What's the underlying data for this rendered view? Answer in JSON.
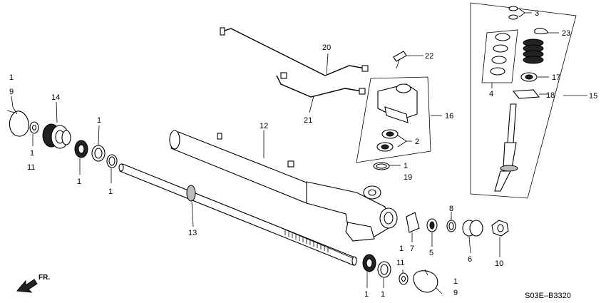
{
  "callouts": {
    "c1_tl": "1",
    "c9_tl": "9",
    "c14": "14",
    "c1_under_clamp": "1",
    "c11_left": "11",
    "c1_above_seal": "1",
    "c1_below_bushing": "1",
    "c1_below_ring": "1",
    "c12": "12",
    "c13": "13",
    "c20": "20",
    "c21": "21",
    "c22": "22",
    "c16": "16",
    "c2": "2",
    "c1_ring": "1",
    "c19": "19",
    "c3": "3",
    "c23": "23",
    "c4": "4",
    "c17": "17",
    "c18": "18",
    "c15": "15",
    "c8": "8",
    "c7": "7",
    "c5": "5",
    "c6": "6",
    "c10": "10",
    "c1_bottom_a": "1",
    "c1_bottom_b": "1",
    "c1_bottom_c": "1",
    "c11_right": "11",
    "c1_br": "1",
    "c9_br": "9"
  },
  "direction_label": "FR.",
  "diagram_code": "S03E–B3320",
  "colors": {
    "line": "#000000",
    "background": "#ffffff"
  }
}
